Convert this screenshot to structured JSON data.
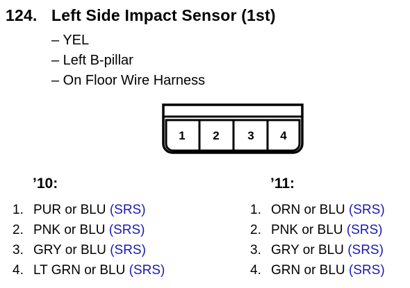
{
  "header": {
    "number": "124.",
    "title": "Left Side Impact Sensor (1st)"
  },
  "details": [
    "– YEL",
    "– Left B-pillar",
    "– On Floor Wire Harness"
  ],
  "connector": {
    "pins": [
      "1",
      "2",
      "3",
      "4"
    ]
  },
  "columns": [
    {
      "year": "’10:",
      "rows": [
        {
          "n": "1.",
          "wire": "PUR or BLU",
          "system": "(SRS)"
        },
        {
          "n": "2.",
          "wire": "PNK or BLU",
          "system": "(SRS)"
        },
        {
          "n": "3.",
          "wire": "GRY or BLU",
          "system": "(SRS)"
        },
        {
          "n": "4.",
          "wire": "LT GRN or BLU",
          "system": "(SRS)"
        }
      ]
    },
    {
      "year": "’11:",
      "rows": [
        {
          "n": "1.",
          "wire": "ORN or BLU",
          "system": "(SRS)"
        },
        {
          "n": "2.",
          "wire": "PNK or BLU",
          "system": "(SRS)"
        },
        {
          "n": "3.",
          "wire": "GRY or BLU",
          "system": "(SRS)"
        },
        {
          "n": "4.",
          "wire": "GRN or BLU",
          "system": "(SRS)"
        }
      ]
    }
  ],
  "colors": {
    "text": "#000000",
    "system_link": "#1a1ab8"
  }
}
